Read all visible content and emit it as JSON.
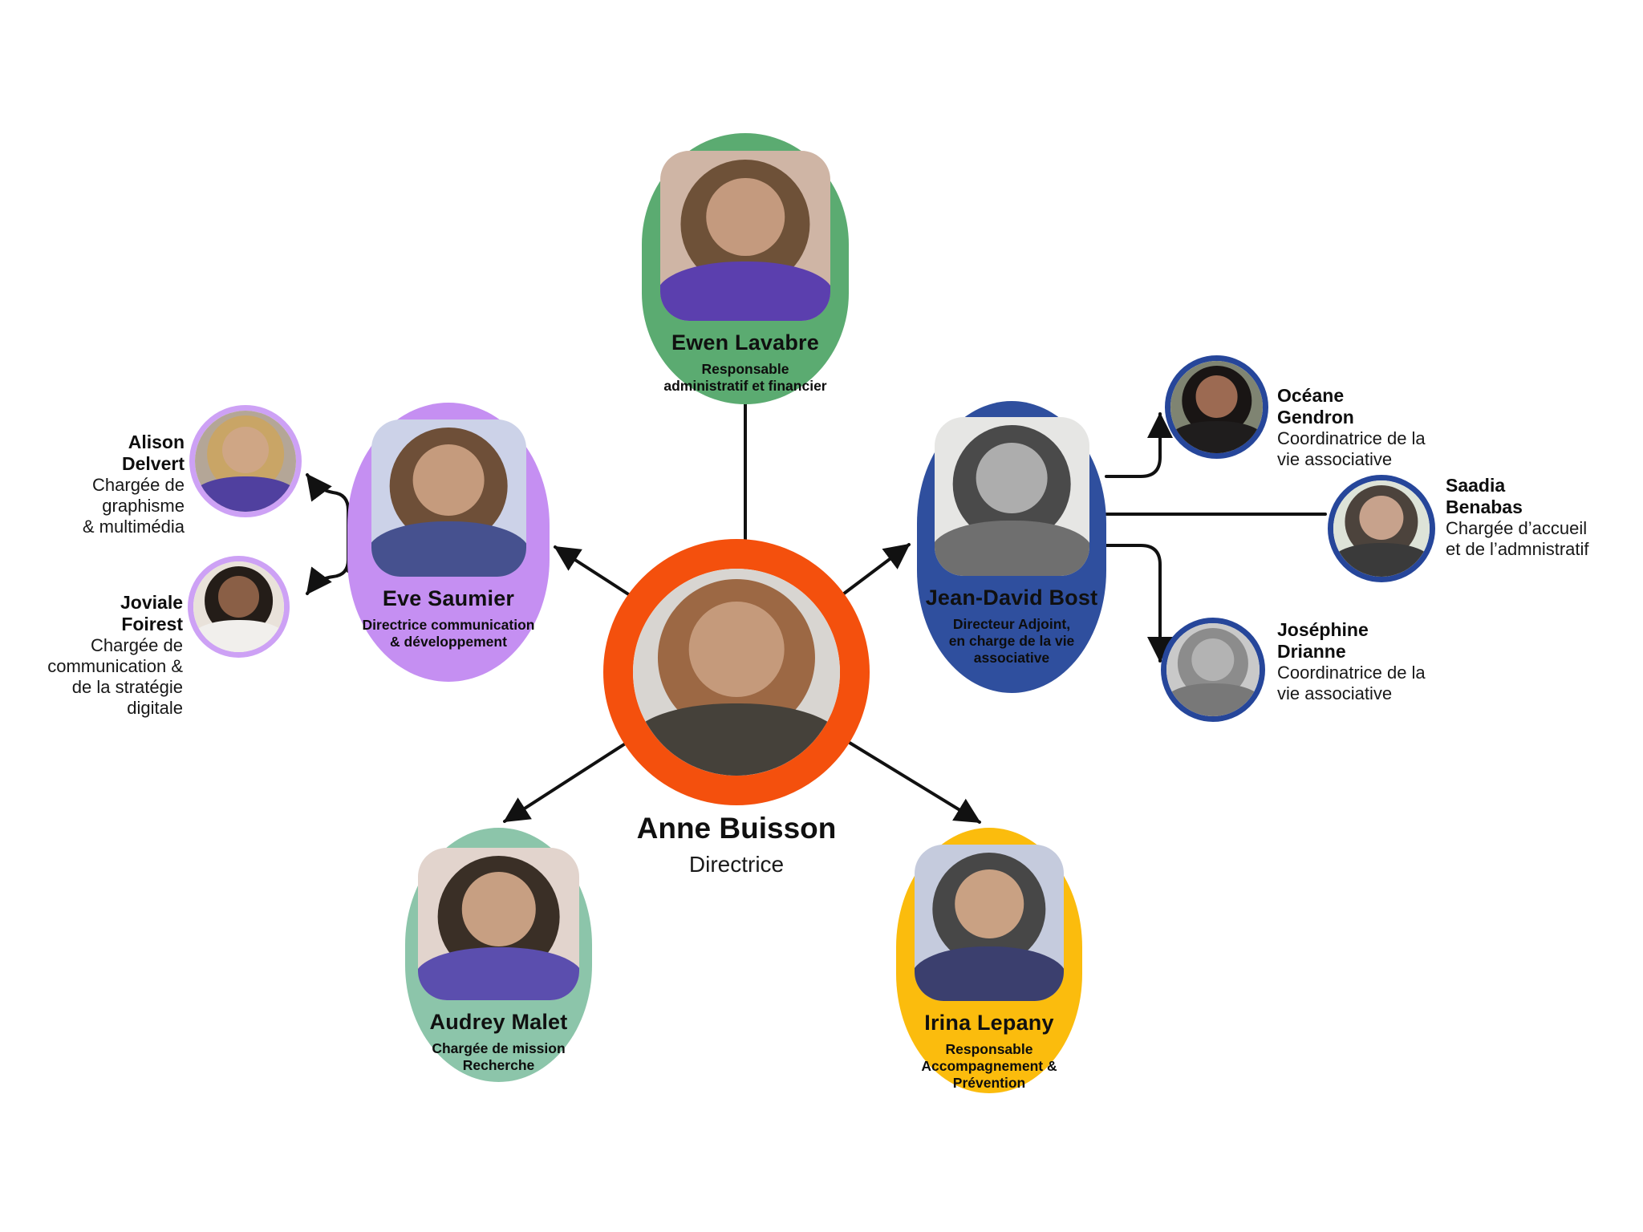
{
  "colors": {
    "background": "#ffffff",
    "line": "#111111",
    "center_ring": "#f4500d",
    "green": "#5bab71",
    "purple": "#c58ff2",
    "purple_ring": "#cda1f5",
    "blue": "#2f4f9e",
    "blue_ring": "#26469a",
    "teal": "#8cc5aa",
    "yellow": "#fbbc0d"
  },
  "people": {
    "anne": {
      "name": "Anne Buisson",
      "role": "Directrice",
      "photo": {
        "bg": "#d8d5d1",
        "hair": "#9c6844",
        "skin": "#c59a7b",
        "shirt": "#45413a"
      }
    },
    "ewen": {
      "name": "Ewen Lavabre",
      "role_lines": [
        "Responsable",
        "administratif et financier"
      ],
      "photo": {
        "bg": "#cfb5a5",
        "hair": "#6e5138",
        "skin": "#c49a7e",
        "shirt": "#5b3fae"
      }
    },
    "eve": {
      "name": "Eve Saumier",
      "role_lines": [
        "Directrice communication",
        "& développement"
      ],
      "photo": {
        "bg": "#ccd2e8",
        "hair": "#6e4f38",
        "skin": "#c59b7d",
        "shirt": "#46518f"
      }
    },
    "jeandavid": {
      "name": "Jean-David Bost",
      "role_lines": [
        "Directeur Adjoint,",
        "en charge de la vie",
        "associative"
      ],
      "photo": {
        "bg": "#e6e6e4",
        "hair": "#4a4a4a",
        "skin": "#adadad",
        "shirt": "#6f6f6f"
      }
    },
    "audrey": {
      "name": "Audrey Malet",
      "role_lines": [
        "Chargée de mission",
        "Recherche"
      ],
      "photo": {
        "bg": "#e2d4cd",
        "hair": "#3a2f26",
        "skin": "#c79f82",
        "shirt": "#5b4eae"
      }
    },
    "irina": {
      "name": "Irina Lepany",
      "role_lines": [
        "Responsable",
        "Accompagnement &",
        "Prévention"
      ],
      "photo": {
        "bg": "#c5cbdd",
        "hair": "#474747",
        "skin": "#c9a183",
        "shirt": "#3b3f6e"
      }
    },
    "alison": {
      "name_lines": [
        "Alison",
        "Delvert"
      ],
      "role_lines": [
        "Chargée de graphisme",
        "& multimédia"
      ],
      "photo": {
        "bg": "#b4a697",
        "hair": "#c9a566",
        "skin": "#cfa685",
        "shirt": "#50409f"
      }
    },
    "joviale": {
      "name_lines": [
        "Joviale",
        "Foirest"
      ],
      "role_lines": [
        "Chargée de",
        "communication &",
        "de la stratégie",
        "digitale"
      ],
      "photo": {
        "bg": "#e9e2da",
        "hair": "#241d18",
        "skin": "#8a5f46",
        "shirt": "#f1efec"
      }
    },
    "oceane": {
      "name_lines": [
        "Océane",
        "Gendron"
      ],
      "role_lines": [
        "Coordinatrice de la",
        "vie associative"
      ],
      "photo": {
        "bg": "#7f8472",
        "hair": "#191514",
        "skin": "#9c6a52",
        "shirt": "#1f1d1d"
      }
    },
    "saadia": {
      "name_lines": [
        "Saadia",
        "Benabas"
      ],
      "role_lines": [
        "Chargée d’accueil",
        "et de l’admnistratif"
      ],
      "photo": {
        "bg": "#dde3d8",
        "hair": "#4c433c",
        "skin": "#c7a28c",
        "shirt": "#3a3a3a"
      }
    },
    "josephine": {
      "name_lines": [
        "Joséphine",
        "Drianne"
      ],
      "role_lines": [
        "Coordinatrice de la",
        "vie associative"
      ],
      "photo": {
        "bg": "#c9c9c9",
        "hair": "#8c8c8c",
        "skin": "#b3b3b3",
        "shirt": "#787878"
      }
    }
  }
}
